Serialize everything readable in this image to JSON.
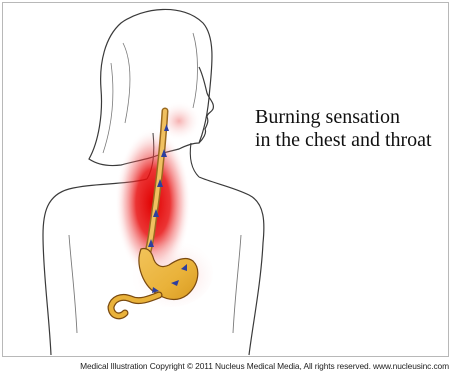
{
  "illustration": {
    "subject": "female-torso-acid-reflux",
    "colors": {
      "heat_glow": "#e00000",
      "stomach_fill": "#e9b23a",
      "arrow": "#2d3f9e",
      "outline": "#333333"
    }
  },
  "caption": {
    "line1": "Burning sensation",
    "line2": "in the chest and throat"
  },
  "copyright": "Medical Illustration Copyright © 2011 Nucleus Medical Media, All rights reserved. www.nucleusinc.com"
}
